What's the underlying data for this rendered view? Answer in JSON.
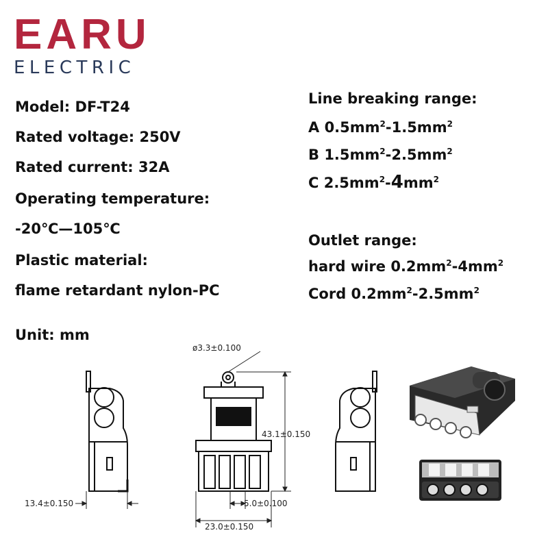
{
  "brand": {
    "name": "EARU",
    "sub": "ELECTRIC",
    "color": "#b3263e",
    "sub_color": "#2a3a5a"
  },
  "specs_left": {
    "model": "Model: DF-T24",
    "voltage": "Rated voltage: 250V",
    "current": "Rated current: 32A",
    "temp_label": "Operating temperature:",
    "temp_value": "-20℃—105℃",
    "material_label": "Plastic material:",
    "material_value": "flame retardant nylon-PC",
    "unit": "Unit: mm"
  },
  "specs_right": {
    "breaking_label": "Line breaking range:",
    "a_prefix": "A 0.5mm",
    "a_mid": "-1.5mm",
    "b_prefix": "B 1.5mm",
    "b_mid": "-2.5mm",
    "c_prefix": "C 2.5mm",
    "c_mid": "-",
    "c_num": "4",
    "c_unit": "mm",
    "outlet_label": "Outlet range:",
    "hard_prefix": "hard wire 0.2mm",
    "hard_mid": "-4mm",
    "cord_prefix": "Cord 0.2mm",
    "cord_mid": "-2.5mm",
    "exp": "2"
  },
  "dimensions": {
    "hole": "ø3.3±0.100",
    "height": "43.1±0.150",
    "depth": "13.4±0.150",
    "pitch": "5.0±0.100",
    "width": "23.0±0.150"
  }
}
